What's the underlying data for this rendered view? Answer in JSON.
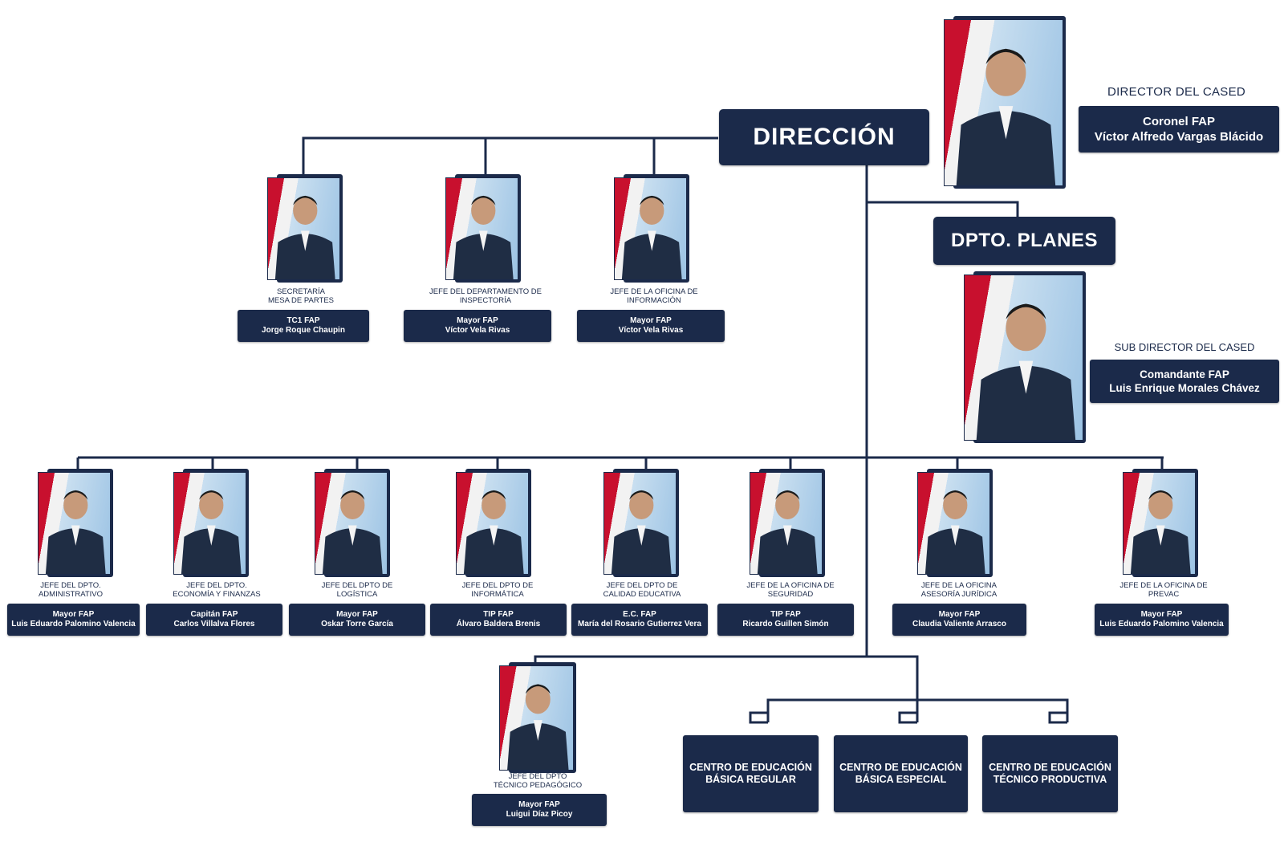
{
  "header": {
    "direccion_label": "DIRECCIÓN",
    "planes_label": "DPTO. PLANES"
  },
  "director": {
    "title": "DIRECTOR DEL CASED",
    "rank": "Coronel FAP",
    "name": "Víctor Alfredo Vargas Blácido"
  },
  "subdirector": {
    "title": "SUB DIRECTOR DEL CASED",
    "rank": "Comandante FAP",
    "name": "Luis Enrique Morales Chávez"
  },
  "staff": [
    {
      "title_1": "SECRETARÍA",
      "title_2": "MESA DE PARTES",
      "rank": "TC1 FAP",
      "name": "Jorge Roque Chaupin"
    },
    {
      "title_1": "JEFE DEL DEPARTAMENTO DE",
      "title_2": "INSPECTORÍA",
      "rank": "Mayor FAP",
      "name": "Víctor Vela Rivas"
    },
    {
      "title_1": "JEFE DE LA OFICINA DE",
      "title_2": "INFORMACIÓN",
      "rank": "Mayor FAP",
      "name": "Víctor Vela Rivas"
    }
  ],
  "departments": [
    {
      "title_1": "JEFE DEL DPTO.",
      "title_2": "ADMINISTRATIVO",
      "rank": "Mayor FAP",
      "name": "Luis Eduardo Palomino Valencia"
    },
    {
      "title_1": "JEFE DEL DPTO.",
      "title_2": "ECONOMÍA Y FINANZAS",
      "rank": "Capitán FAP",
      "name": "Carlos Villalva Flores"
    },
    {
      "title_1": "JEFE DEL DPTO DE",
      "title_2": "LOGÍSTICA",
      "rank": "Mayor FAP",
      "name": "Oskar Torre García"
    },
    {
      "title_1": "JEFE DEL DPTO DE",
      "title_2": "INFORMÁTICA",
      "rank": "TIP FAP",
      "name": "Álvaro Baldera Brenis"
    },
    {
      "title_1": "JEFE DEL DPTO DE",
      "title_2": "CALIDAD EDUCATIVA",
      "rank": "E.C. FAP",
      "name": "María del Rosario Gutierrez Vera"
    },
    {
      "title_1": "JEFE DE LA OFICINA DE",
      "title_2": "SEGURIDAD",
      "rank": "TIP FAP",
      "name": "Ricardo Guillen Simón"
    },
    {
      "title_1": "JEFE DE LA OFICINA",
      "title_2": "ASESORÍA JURÍDICA",
      "rank": "Mayor FAP",
      "name": "Claudia Valiente Arrasco"
    },
    {
      "title_1": "JEFE DE LA OFICINA DE",
      "title_2": "PREVAC",
      "rank": "Mayor FAP",
      "name": "Luis Eduardo Palomino Valencia"
    }
  ],
  "pedagogico": {
    "title_1": "JEFE DEL DPTO",
    "title_2": "TÉCNICO PEDAGÓGICO",
    "rank": "Mayor FAP",
    "name": "Luigui Díaz Picoy"
  },
  "centers": [
    {
      "line_1": "CENTRO DE EDUCACIÓN",
      "line_2": "BÁSICA REGULAR"
    },
    {
      "line_1": "CENTRO DE EDUCACIÓN",
      "line_2": "BÁSICA ESPECIAL"
    },
    {
      "line_1": "CENTRO DE EDUCACIÓN",
      "line_2": "TÉCNICO PRODUCTIVA"
    }
  ],
  "colors": {
    "navy": "#1b2a4a",
    "flag_red": "#c8102e"
  }
}
